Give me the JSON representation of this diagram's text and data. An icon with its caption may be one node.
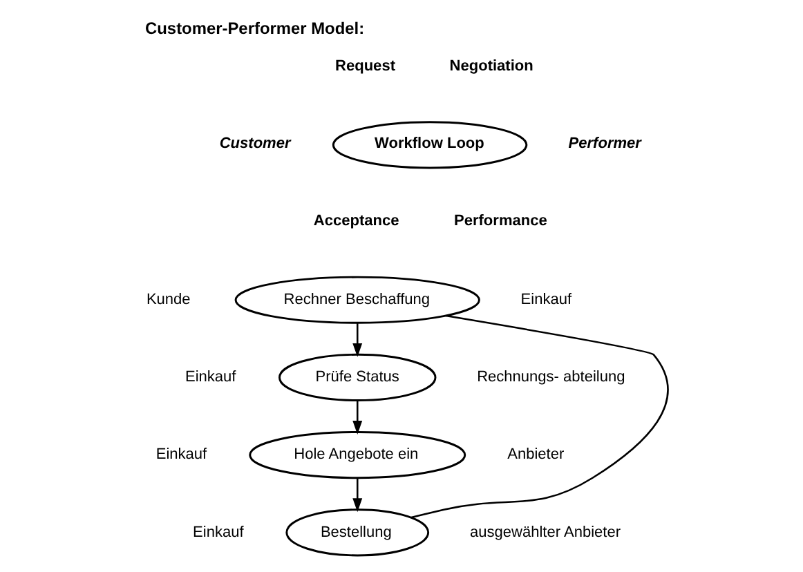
{
  "diagram": {
    "title": "Customer-Performer Model:",
    "nodes": [
      {
        "text": [
          "Workflow Loop"
        ],
        "beside": [
          "Request",
          "Negotiation",
          "Customer",
          "Performer",
          "Acceptance",
          "Performance"
        ]
      },
      {
        "text": [
          "Rechner Beschaffung"
        ],
        "beside": [
          "Kunde",
          "Einkauf"
        ]
      },
      {
        "text": [
          "Prüfe Status"
        ],
        "beside": [
          "Einkauf",
          "Rechnungs- abteilung"
        ]
      },
      {
        "text": [
          "Hole Angebote ein"
        ],
        "beside": [
          "Einkauf",
          "Anbieter"
        ]
      },
      {
        "text": [
          "Bestellung"
        ],
        "beside": [
          "Einkauf",
          "ausgewählter Anbieter"
        ]
      }
    ],
    "edges": [
      {
        "from": 1,
        "to": 2,
        "arrow": "to"
      },
      {
        "from": 2,
        "to": 3,
        "arrow": "to"
      },
      {
        "from": 3,
        "to": 4,
        "arrow": "to"
      },
      {
        "from": 4,
        "to": 1,
        "arrow": "none"
      }
    ]
  }
}
